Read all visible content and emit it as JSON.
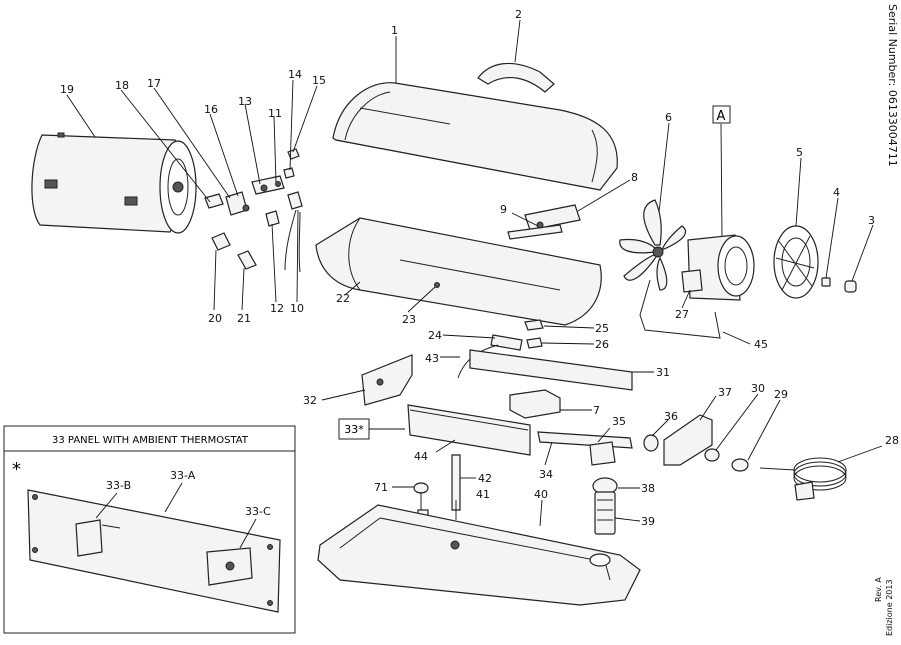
{
  "serial_number_label": "Serial Number: 06133004711",
  "edition": {
    "line1": "Edizione 2013",
    "line2": "Rev. A"
  },
  "view_tag": "A",
  "inset": {
    "title": "33 PANEL WITH AMBIENT THERMOSTAT",
    "asterisk": "*",
    "labels": [
      "33-A",
      "33-B",
      "33-C"
    ]
  },
  "boxed_callout": "33*",
  "callouts": [
    "1",
    "2",
    "3",
    "4",
    "5",
    "6",
    "7",
    "8",
    "9",
    "10",
    "11",
    "12",
    "13",
    "14",
    "15",
    "16",
    "17",
    "18",
    "19",
    "20",
    "21",
    "22",
    "23",
    "24",
    "25",
    "26",
    "27",
    "28",
    "29",
    "30",
    "31",
    "32",
    "34",
    "35",
    "36",
    "37",
    "38",
    "39",
    "40",
    "41",
    "42",
    "43",
    "44",
    "45",
    "71"
  ]
}
